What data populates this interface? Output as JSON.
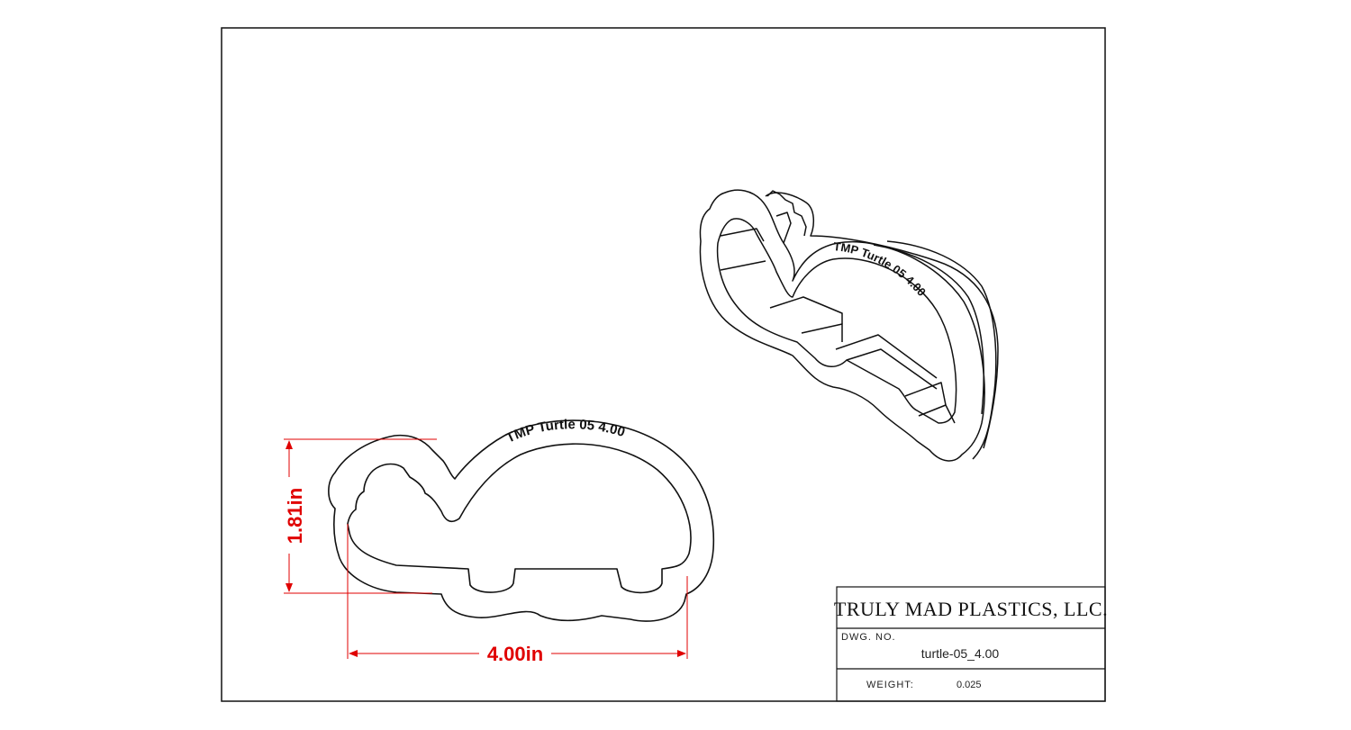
{
  "title_block": {
    "company": "TRULY MAD PLASTICS, LLC.",
    "dwg_no_label": "DWG. NO.",
    "dwg_no_value": "turtle-05_4.00",
    "weight_label": "WEIGHT:",
    "weight_value": "0.025"
  },
  "dimensions": {
    "height_label": "1.81in",
    "width_label": "4.00in",
    "color": "#e00000"
  },
  "engraving": {
    "text": "TMP  Turtle 05  4.00"
  },
  "colors": {
    "line": "#111111",
    "dimension": "#e00000",
    "background": "#ffffff"
  }
}
